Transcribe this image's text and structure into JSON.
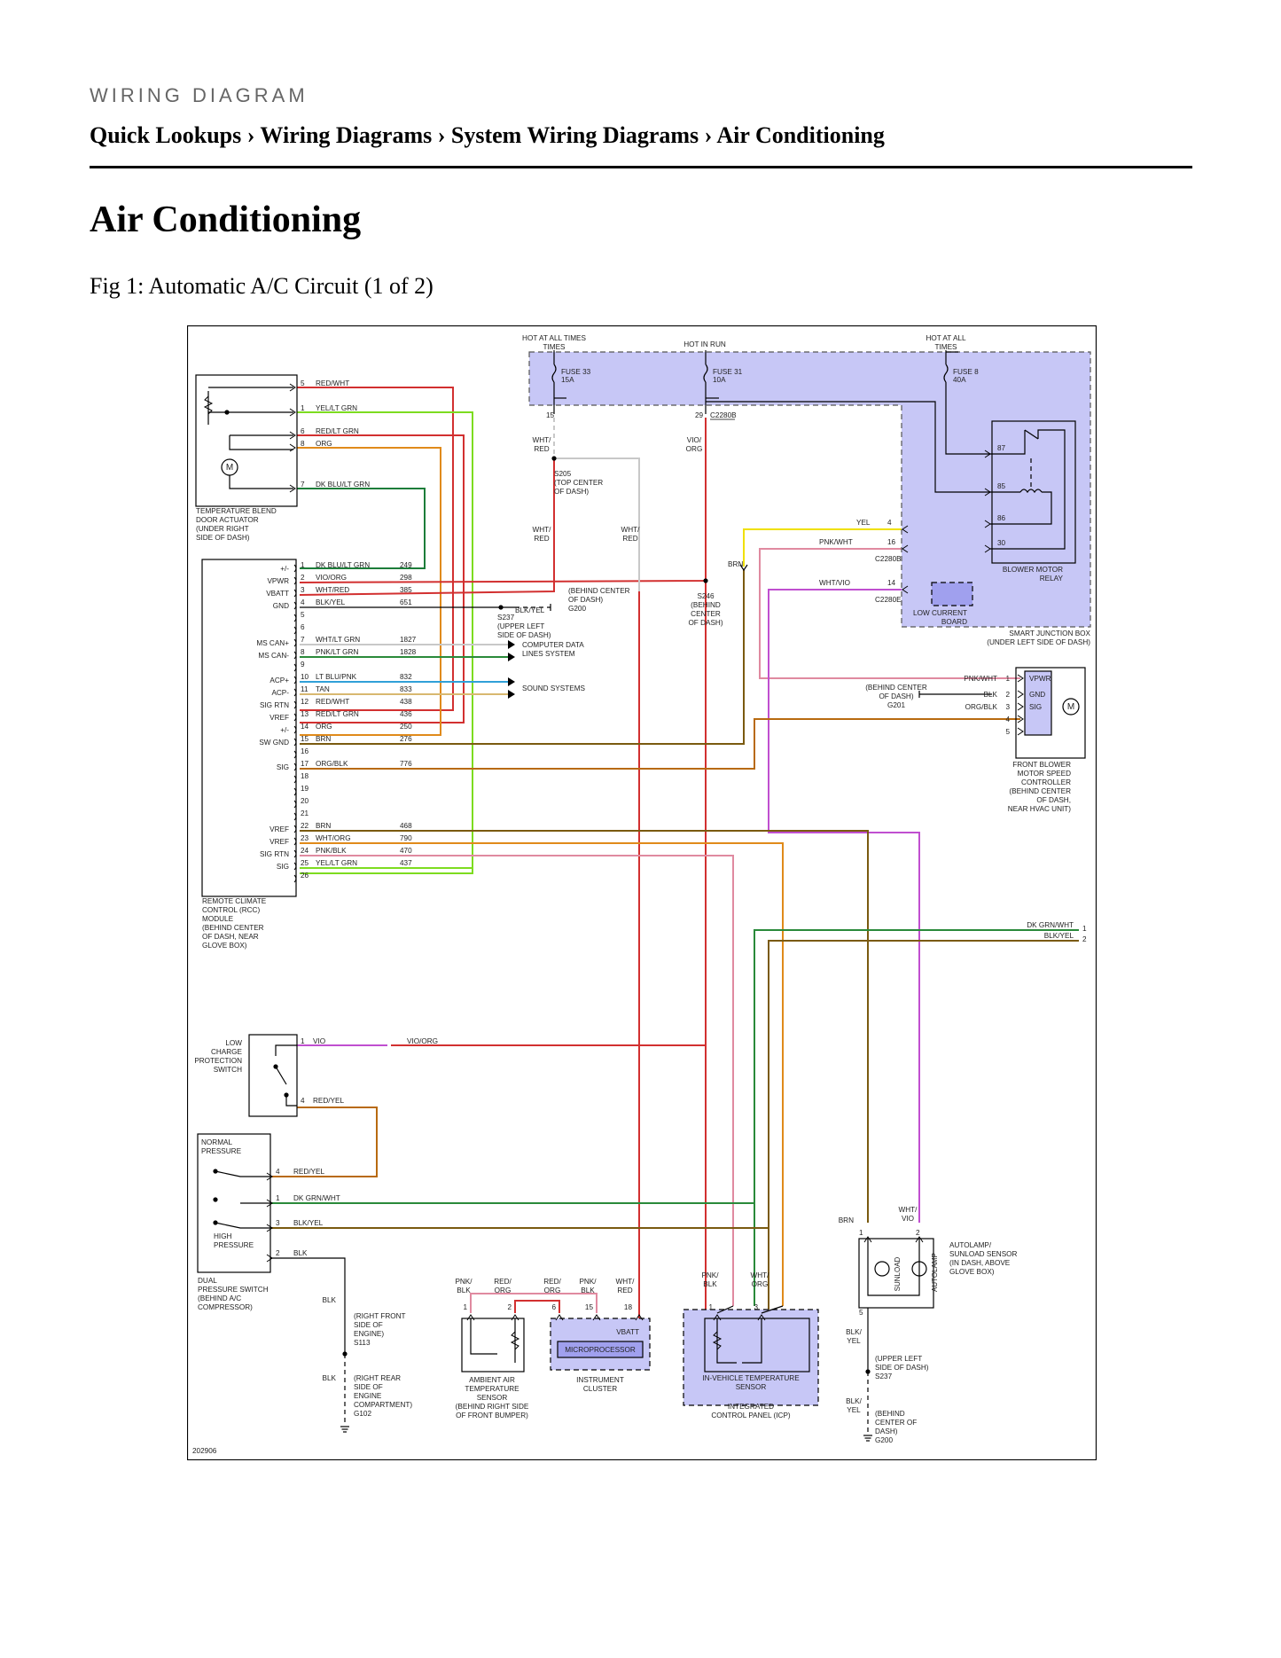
{
  "header": {
    "eyebrow": "WIRING DIAGRAM",
    "breadcrumb": "Quick Lookups › Wiring Diagrams › System Wiring Diagrams › Air Conditioning"
  },
  "page_title": "Air Conditioning",
  "figure_caption": "Fig 1: Automatic A/C Circuit (1 of 2)",
  "figure_id": "202906",
  "wire_colors": {
    "red": "#d23030",
    "yelgrn": "#7ddc1f",
    "org": "#e08a1a",
    "blugrn": "#1d7d3a",
    "vio": "#c04fd0",
    "brn": "#7a5a10",
    "pnk": "#e08aa0",
    "wht": "#c8c8c8",
    "blk": "#000000",
    "tan": "#d8b870",
    "blu": "#30a0d8",
    "grn": "#2a8a3a",
    "yel": "#f0e000",
    "orgblk": "#b86a10",
    "junction_fill": "#c7c7f6",
    "module_fill": "#c7c7f6"
  },
  "power": {
    "hot_all_times_1": "HOT AT ALL TIMES",
    "hot_in_run": "HOT IN RUN",
    "hot_all_times_2": "HOT AT ALL TIMES",
    "fuse33": [
      "FUSE 33",
      "15A"
    ],
    "fuse31": [
      "FUSE 31",
      "10A"
    ],
    "fuse8": [
      "FUSE 8",
      "40A"
    ],
    "pin15": "15",
    "pin29": "29",
    "c2280b": "C2280B"
  },
  "actuator": {
    "pins": [
      {
        "pin": "5",
        "wire": "RED/WHT"
      },
      {
        "pin": "1",
        "wire": "YEL/LT GRN"
      },
      {
        "pin": "6",
        "wire": "RED/LT GRN"
      },
      {
        "pin": "8",
        "wire": "ORG"
      },
      {
        "pin": "7",
        "wire": "DK BLU/LT GRN"
      }
    ],
    "label": [
      "TEMPERATURE BLEND",
      "DOOR ACTUATOR",
      "(UNDER RIGHT",
      "SIDE OF DASH)"
    ],
    "motor": "M"
  },
  "rcc": {
    "pins": [
      {
        "sig": "+/-",
        "pin": "1",
        "wire": "DK BLU/LT GRN",
        "circuit": "249"
      },
      {
        "sig": "VPWR",
        "pin": "2",
        "wire": "VIO/ORG",
        "circuit": "298"
      },
      {
        "sig": "VBATT",
        "pin": "3",
        "wire": "WHT/RED",
        "circuit": "385"
      },
      {
        "sig": "GND",
        "pin": "4",
        "wire": "BLK/YEL",
        "circuit": "651"
      },
      {
        "sig": "",
        "pin": "5",
        "wire": "",
        "circuit": ""
      },
      {
        "sig": "",
        "pin": "6",
        "wire": "",
        "circuit": ""
      },
      {
        "sig": "MS CAN+",
        "pin": "7",
        "wire": "WHT/LT GRN",
        "circuit": "1827"
      },
      {
        "sig": "MS CAN-",
        "pin": "8",
        "wire": "PNK/LT GRN",
        "circuit": "1828"
      },
      {
        "sig": "",
        "pin": "9",
        "wire": "",
        "circuit": ""
      },
      {
        "sig": "ACP+",
        "pin": "10",
        "wire": "LT BLU/PNK",
        "circuit": "832"
      },
      {
        "sig": "ACP-",
        "pin": "11",
        "wire": "TAN",
        "circuit": "833"
      },
      {
        "sig": "SIG RTN",
        "pin": "12",
        "wire": "RED/WHT",
        "circuit": "438"
      },
      {
        "sig": "VREF",
        "pin": "13",
        "wire": "RED/LT GRN",
        "circuit": "436"
      },
      {
        "sig": "+/-",
        "pin": "14",
        "wire": "ORG",
        "circuit": "250"
      },
      {
        "sig": "SW GND",
        "pin": "15",
        "wire": "BRN",
        "circuit": "276"
      },
      {
        "sig": "",
        "pin": "16",
        "wire": "",
        "circuit": ""
      },
      {
        "sig": "SIG",
        "pin": "17",
        "wire": "ORG/BLK",
        "circuit": "776"
      },
      {
        "sig": "",
        "pin": "18",
        "wire": "",
        "circuit": ""
      },
      {
        "sig": "",
        "pin": "19",
        "wire": "",
        "circuit": ""
      },
      {
        "sig": "",
        "pin": "20",
        "wire": "",
        "circuit": ""
      },
      {
        "sig": "",
        "pin": "21",
        "wire": "",
        "circuit": ""
      },
      {
        "sig": "VREF",
        "pin": "22",
        "wire": "BRN",
        "circuit": "468"
      },
      {
        "sig": "VREF",
        "pin": "23",
        "wire": "WHT/ORG",
        "circuit": "790"
      },
      {
        "sig": "SIG RTN",
        "pin": "24",
        "wire": "PNK/BLK",
        "circuit": "470"
      },
      {
        "sig": "SIG",
        "pin": "25",
        "wire": "YEL/LT GRN",
        "circuit": "437"
      },
      {
        "sig": "",
        "pin": "26",
        "wire": "",
        "circuit": ""
      }
    ],
    "label": [
      "REMOTE CLIMATE",
      "CONTROL (RCC)",
      "MODULE",
      "(BEHIND CENTER",
      "OF DASH, NEAR",
      "GLOVE BOX)"
    ]
  },
  "splices": {
    "s205": [
      "S205",
      "(TOP CENTER",
      "OF DASH)"
    ],
    "s246": [
      "S246",
      "(BEHIND",
      "CENTER",
      "OF DASH)"
    ],
    "s237": [
      "S237",
      "(UPPER LEFT",
      "SIDE OF DASH)"
    ],
    "g200_top": [
      "(BEHIND CENTER",
      "OF DASH)",
      "G200"
    ],
    "blk_yel": "BLK/YEL",
    "wht_red_1": [
      "WHT/",
      "RED"
    ],
    "vio_org": [
      "VIO/",
      "ORG"
    ],
    "wht_red_2": [
      "WHT/",
      "RED"
    ],
    "wht_red_3": [
      "WHT/",
      "RED"
    ]
  },
  "data_buses": {
    "computer": [
      "COMPUTER DATA",
      "LINES SYSTEM"
    ],
    "sound": "SOUND SYSTEMS"
  },
  "sjb": {
    "relay_pins": [
      "87",
      "85",
      "86",
      "30"
    ],
    "relay_label": [
      "BLOWER MOTOR",
      "RELAY"
    ],
    "low_current": [
      "LOW CURRENT",
      "BOARD"
    ],
    "label": [
      "SMART JUNCTION BOX",
      "(UNDER LEFT SIDE OF DASH)"
    ],
    "yel_label": "YEL",
    "yel_pin": "4",
    "pnkwht_label": "PNK/WHT",
    "pnkwht_pin": "16",
    "c2280b": "C2280B",
    "whtvio_label": "WHT/VIO",
    "whtvio_pin": "14",
    "c2280e": "C2280E",
    "brn": "BRN"
  },
  "blower": {
    "pins": [
      {
        "wire": "PNK/WHT",
        "pin": "1",
        "sig": "VPWR"
      },
      {
        "wire": "BLK",
        "pin": "2",
        "sig": "GND"
      },
      {
        "wire": "ORG/BLK",
        "pin": "3",
        "sig": "SIG"
      },
      {
        "wire": "",
        "pin": "4",
        "sig": ""
      },
      {
        "wire": "",
        "pin": "5",
        "sig": ""
      }
    ],
    "g201": [
      "(BEHIND CENTER",
      "OF DASH)",
      "G201"
    ],
    "label": [
      "FRONT BLOWER",
      "MOTOR SPEED",
      "CONTROLLER",
      "(BEHIND CENTER",
      "OF DASH,",
      "NEAR HVAC UNIT)"
    ],
    "motor": "M"
  },
  "right_wires": [
    {
      "wire": "DK GRN/WHT",
      "pin": "1"
    },
    {
      "wire": "BLK/YEL",
      "pin": "2"
    }
  ],
  "lcp": {
    "label": [
      "LOW",
      "CHARGE",
      "PROTECTION",
      "SWITCH"
    ],
    "pin1": "1",
    "wire1": "VIO",
    "wire1b": "VIO/ORG",
    "pin4": "4",
    "wire4": "RED/YEL"
  },
  "dps": {
    "normal": [
      "NORMAL",
      "PRESSURE"
    ],
    "high": [
      "HIGH",
      "PRESSURE"
    ],
    "pins": [
      {
        "pin": "4",
        "wire": "RED/YEL"
      },
      {
        "pin": "1",
        "wire": "DK GRN/WHT"
      },
      {
        "pin": "3",
        "wire": "BLK/YEL"
      },
      {
        "pin": "2",
        "wire": "BLK"
      }
    ],
    "label": [
      "DUAL",
      "PRESSURE SWITCH",
      "(BEHIND A/C",
      "COMPRESSOR)"
    ]
  },
  "ground_left": {
    "blk1": "BLK",
    "s113": [
      "(RIGHT FRONT",
      "SIDE OF",
      "ENGINE)",
      "S113"
    ],
    "blk2": "BLK",
    "g102": [
      "(RIGHT REAR",
      "SIDE OF",
      "ENGINE",
      "COMPARTMENT)",
      "G102"
    ]
  },
  "ambient": {
    "wires": [
      [
        "PNK/",
        "BLK"
      ],
      [
        "RED/",
        "ORG"
      ]
    ],
    "pins": [
      "1",
      "2"
    ],
    "label": [
      "AMBIENT AIR",
      "TEMPERATURE",
      "SENSOR",
      "(BEHIND RIGHT SIDE",
      "OF FRONT BUMPER)"
    ]
  },
  "cluster": {
    "wires": [
      [
        "RED/",
        "ORG"
      ],
      [
        "PNK/",
        "BLK"
      ],
      [
        "WHT/",
        "RED"
      ]
    ],
    "pins": [
      "6",
      "15",
      "18"
    ],
    "vbatt": "VBATT",
    "micro": "MICROPROCESSOR",
    "label": [
      "INSTRUMENT",
      "CLUSTER"
    ]
  },
  "icp": {
    "wires": [
      [
        "PNK/",
        "BLK"
      ],
      [
        "WHT/",
        "ORG"
      ]
    ],
    "pins": [
      "1",
      "3"
    ],
    "sensor": [
      "IN-VEHICLE TEMPERATURE",
      "SENSOR"
    ],
    "label": [
      "INTEGRATED",
      "CONTROL PANEL (ICP)"
    ]
  },
  "sunload": {
    "wires": [
      "BRN",
      "WHT/ VIO"
    ],
    "pins": [
      "1",
      "2",
      "5"
    ],
    "sunload": "SUNLOAD",
    "autolamp": "AUTOLAMP",
    "label": [
      "AUTOLAMP/",
      "SUNLOAD SENSOR",
      "(IN DASH, ABOVE",
      "GLOVE BOX)"
    ],
    "blkyel1": [
      "BLK/",
      "YEL"
    ],
    "s237": [
      "(UPPER LEFT",
      "SIDE OF DASH)",
      "S237"
    ],
    "blkyel2": [
      "BLK/",
      "YEL"
    ],
    "g200": [
      "(BEHIND",
      "CENTER OF",
      "DASH)",
      "G200"
    ]
  }
}
